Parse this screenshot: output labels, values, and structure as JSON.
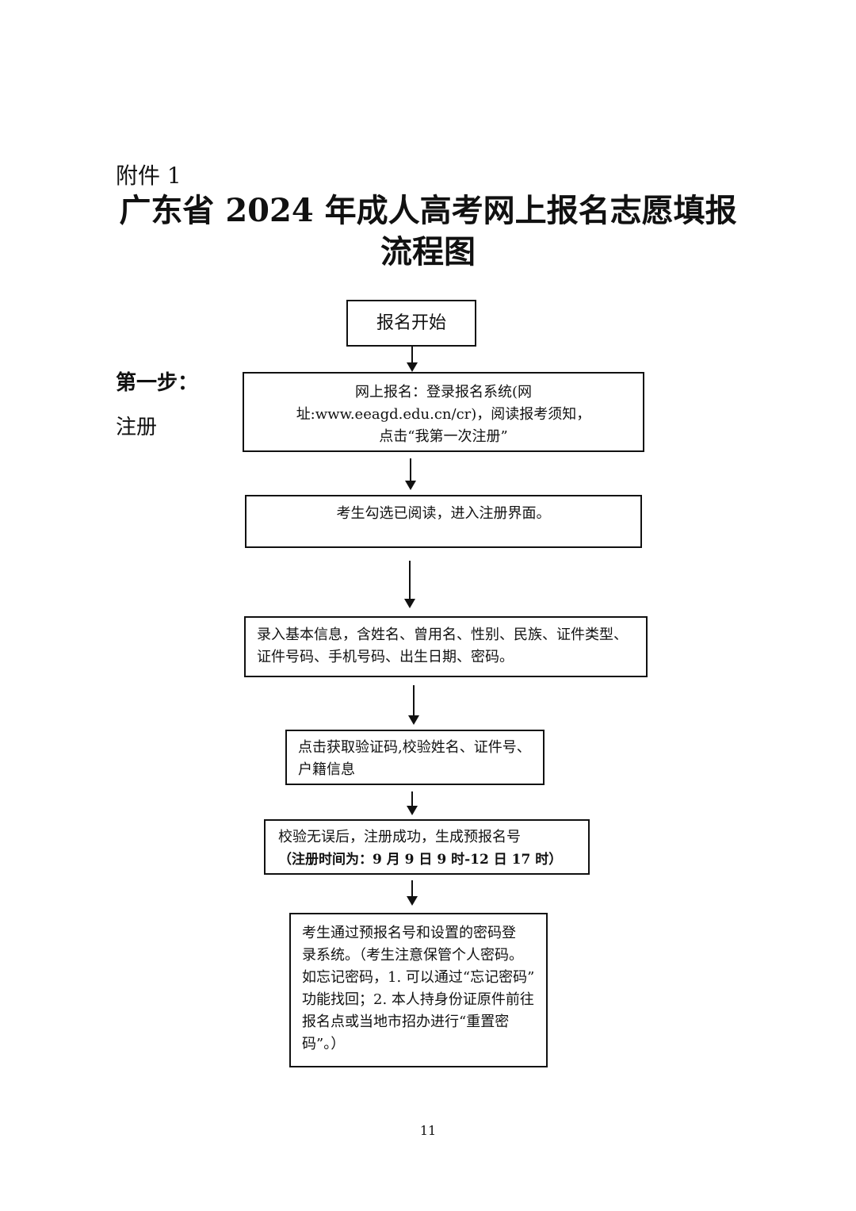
{
  "header": {
    "attachment_label": "附件 1",
    "title_line1": "广东省 2024 年成人高考网上报名志愿填报",
    "title_line2": "流程图"
  },
  "side": {
    "step_label": "第一步：",
    "step_name": "注册"
  },
  "flow": {
    "start": "报名开始",
    "step1_line1": "网上报名：登录报名系统(网",
    "step1_line2": "址:www.eeagd.edu.cn/cr)，阅读报考须知，",
    "step1_line3": "点击“我第一次注册”",
    "step2": "考生勾选已阅读，进入注册界面。",
    "step3_line1": "录入基本信息，含姓名、曾用名、性别、民族、证件类型、",
    "step3_line2": "证件号码、手机号码、出生日期、密码。",
    "step4_line1": "点击获取验证码,校验姓名、证件号、",
    "step4_line2": "户籍信息",
    "step5_line1": "校验无误后，注册成功，生成预报名号",
    "step5_line2": "（注册时间为：9 月 9 日 9 时-12 日 17 时）",
    "step6_lines": [
      "考生通过预报名号和设置的密码登",
      "录系统。（考生注意保管个人密码。",
      "如忘记密码，1. 可以通过“忘记密码”",
      "功能找回；2. 本人持身份证原件前往",
      "报名点或当地市招办进行“重置密",
      "码”。）"
    ]
  },
  "footer": {
    "page_number": "11"
  }
}
